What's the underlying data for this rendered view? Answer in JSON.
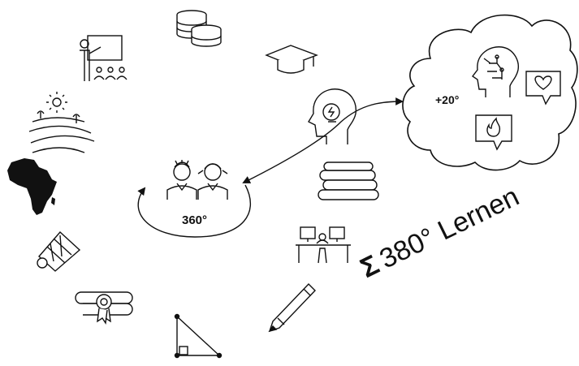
{
  "center": {
    "degrees": "360°"
  },
  "cloud": {
    "degrees": "+20°"
  },
  "title": {
    "sigma": "Σ",
    "text": "380° Lernen"
  },
  "icons": {
    "coins": "coins-icon",
    "graduation_cap": "graduation-cap-icon",
    "teacher": "teacher-presentation-icon",
    "idea_head": "lightbulb-head-icon",
    "fields": "sun-fields-icon",
    "africa": "africa-map-icon",
    "books": "books-stack-icon",
    "students": "children-icon",
    "shuttlecock": "shuttlecock-icon",
    "desks": "computer-desks-icon",
    "certificate": "certificate-icon",
    "triangle": "set-square-icon",
    "pencil": "pencil-icon",
    "ai_head": "circuit-head-icon",
    "heart": "heart-speech-icon",
    "fire": "fire-speech-icon"
  },
  "colors": {
    "ink": "#111111",
    "background": "#ffffff"
  }
}
